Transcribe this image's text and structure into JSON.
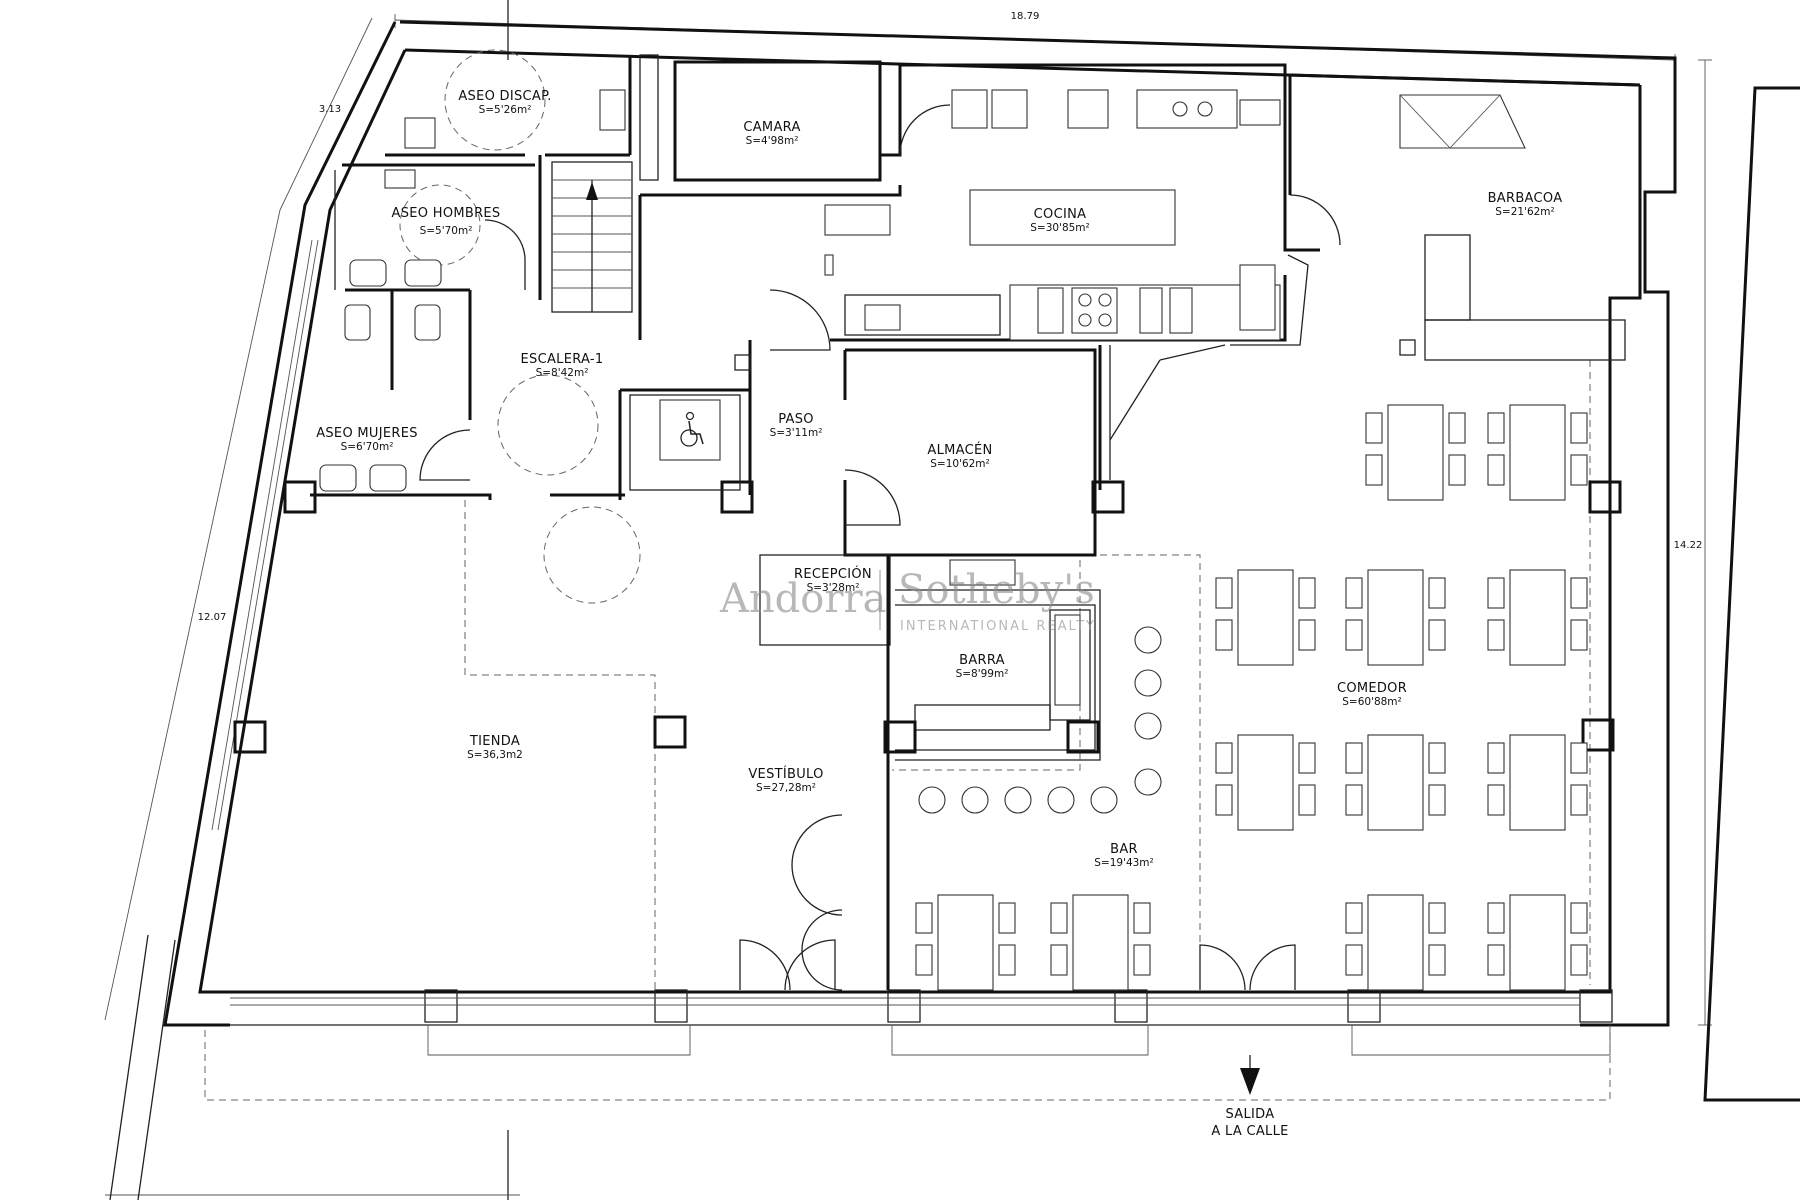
{
  "dimensions": {
    "top": "18.79",
    "top_left": "3.13",
    "left": "12.07",
    "right": "14.22"
  },
  "rooms": {
    "aseo_discap": {
      "name": "ASEO DISCAP.",
      "area": "S=5'26m²"
    },
    "camara": {
      "name": "CAMARA",
      "area": "S=4'98m²"
    },
    "cocina": {
      "name": "COCINA",
      "area": "S=30'85m²"
    },
    "barbacoa": {
      "name": "BARBACOA",
      "area": "S=21'62m²"
    },
    "aseo_hombres": {
      "name": "ASEO HOMBRES",
      "area": "S=5'70m²"
    },
    "escalera": {
      "name": "ESCALERA-1",
      "area": "S=8'42m²"
    },
    "aseo_mujeres": {
      "name": "ASEO MUJERES",
      "area": "S=6'70m²"
    },
    "paso": {
      "name": "PASO",
      "area": "S=3'11m²"
    },
    "almacen": {
      "name": "ALMACÉN",
      "area": "S=10'62m²"
    },
    "recepcion": {
      "name": "RECEPCIÓN",
      "area": "S=3'28m²"
    },
    "barra": {
      "name": "BARRA",
      "area": "S=8'99m²"
    },
    "comedor": {
      "name": "COMEDOR",
      "area": "S=60'88m²"
    },
    "tienda": {
      "name": "TIENDA",
      "area": "S=36,3m2"
    },
    "vestibulo": {
      "name": "VESTÍBULO",
      "area": "S=27,28m²"
    },
    "bar": {
      "name": "BAR",
      "area": "S=19'43m²"
    }
  },
  "exit": {
    "line1": "SALIDA",
    "line2": "A LA CALLE"
  },
  "watermark": {
    "brand": "Andorra",
    "brand2": "Sotheby's",
    "tagline": "INTERNATIONAL REALTY"
  }
}
